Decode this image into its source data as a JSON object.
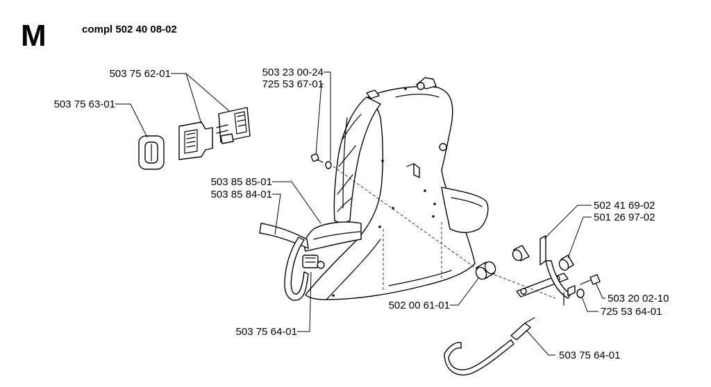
{
  "header": {
    "section_letter": "M",
    "assembly": "compl 502 40 08-02"
  },
  "parts": {
    "buckle": "503 75 62-01",
    "slide": "503 75 63-01",
    "screw_top": "503 23 00-24",
    "washer_top": "725 53 67-01",
    "strap_a": "503 85 85-01",
    "strap_b": "503 85 84-01",
    "hook_left": "503 75 64-01",
    "spacer": "502 00 61-01",
    "bracket": "502 41 69-02",
    "bushing": "501 26 97-02",
    "screw_right": "503 20 02-10",
    "washer_right": "725 53 64-01",
    "hook_right": "503 75 64-01"
  }
}
